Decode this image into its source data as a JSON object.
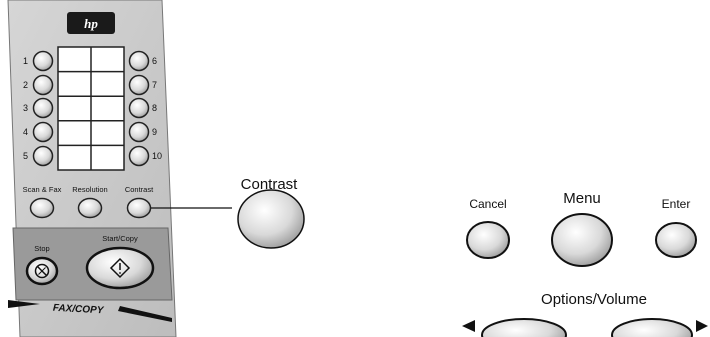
{
  "panel": {
    "logo": "hp",
    "speed_dial_left": [
      "1",
      "2",
      "3",
      "4",
      "5"
    ],
    "speed_dial_right": [
      "6",
      "7",
      "8",
      "9",
      "10"
    ],
    "function_buttons": [
      "Scan & Fax",
      "Resolution",
      "Contrast"
    ],
    "stop_label": "Stop",
    "start_label": "Start/Copy",
    "footer_label": "FAX/COPY"
  },
  "callout": {
    "label": "Contrast"
  },
  "menu_cluster": {
    "cancel_label": "Cancel",
    "menu_label": "Menu",
    "enter_label": "Enter",
    "options_label": "Options/Volume"
  },
  "colors": {
    "panel_face": "#cfcfcf",
    "panel_dark": "#444444",
    "button_fill": "#e6e6e6"
  }
}
